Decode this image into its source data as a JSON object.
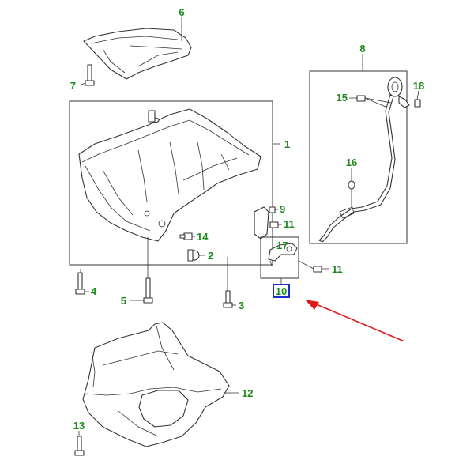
{
  "diagram": {
    "callouts": {
      "c1": "1",
      "c2": "2",
      "c3": "3",
      "c4": "4",
      "c5": "5",
      "c6": "6",
      "c7": "7",
      "c8": "8",
      "c9": "9",
      "c10": "10",
      "c11a": "11",
      "c11b": "11",
      "c12": "12",
      "c13": "13",
      "c14": "14",
      "c15": "15",
      "c16": "16",
      "c17": "17",
      "c18": "18"
    },
    "colors": {
      "callout_text": "#1f8a1f",
      "highlight_box": "#1a2fd0",
      "arrow": "#e01818",
      "line_art": "#333333"
    },
    "highlighted_callout": "10",
    "arrow_icon": "red-pointer-arrow"
  }
}
